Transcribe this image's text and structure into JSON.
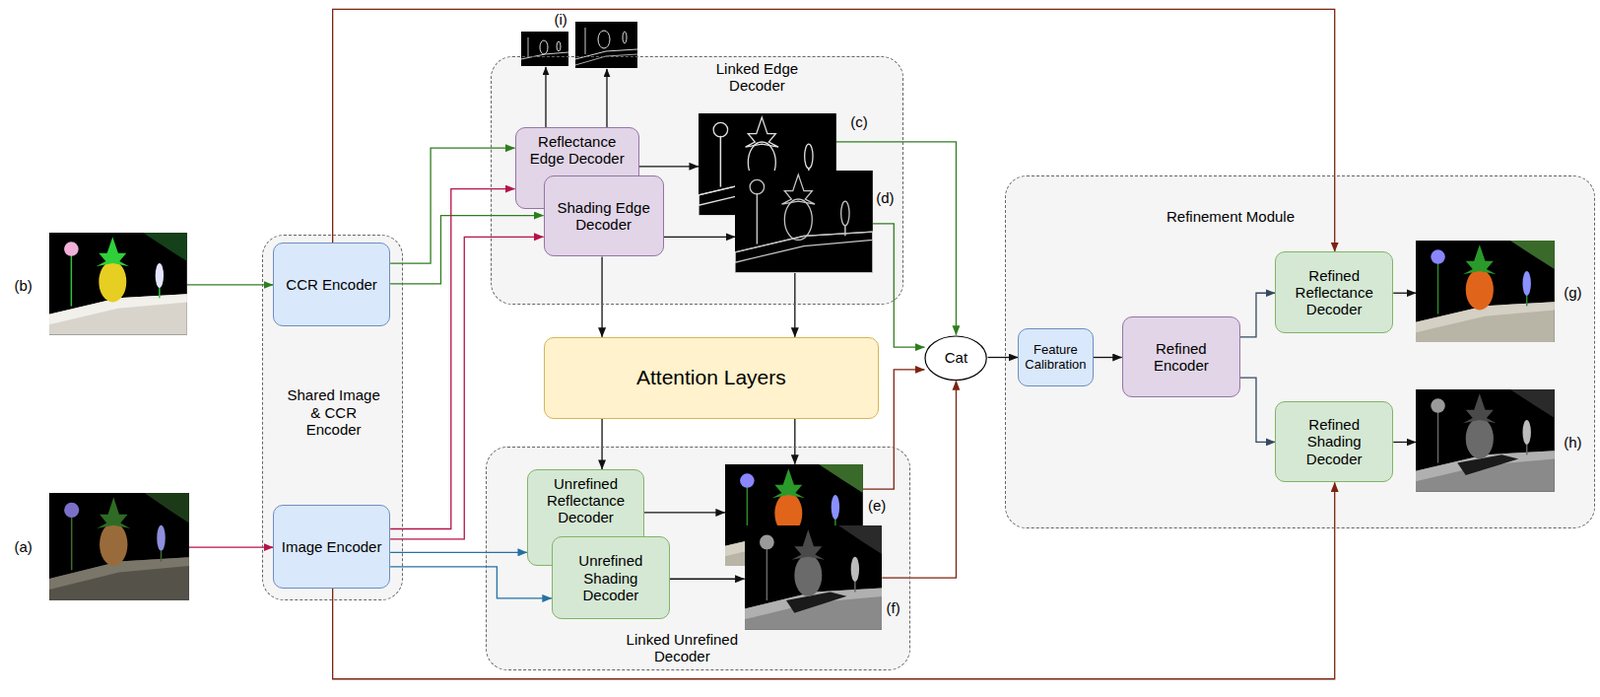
{
  "diagram": {
    "nodes": [
      {
        "text": [
          "(b)"
        ]
      },
      {
        "text": [
          "(a)"
        ]
      },
      {
        "text": [
          "Shared Image & CCR Encoder"
        ]
      },
      {
        "text": [
          "CCR Encoder"
        ],
        "in": 2
      },
      {
        "text": [
          "Image Encoder"
        ],
        "in": 2
      },
      {
        "text": [
          "Linked Edge Decoder"
        ]
      },
      {
        "text": [
          "Reflectance Edge Decoder"
        ],
        "in": 5
      },
      {
        "text": [
          "Shading Edge Decoder"
        ],
        "in": 5
      },
      {
        "text": [
          "(c)"
        ],
        "in": 5
      },
      {
        "text": [
          "(d)"
        ],
        "in": 5
      },
      {
        "text": [
          "Attention Layers"
        ]
      },
      {
        "text": [
          "Linked Unrefined Decoder"
        ]
      },
      {
        "text": [
          "Unrefined Reflectance Decoder"
        ],
        "in": 11
      },
      {
        "text": [
          "Unrefined Shading Decoder"
        ],
        "in": 11
      },
      {
        "text": [
          "(e)"
        ],
        "in": 11
      },
      {
        "text": [
          "(f)"
        ],
        "in": 11
      },
      {
        "text": [
          "Cat"
        ]
      },
      {
        "text": [
          "Refinement Module"
        ]
      },
      {
        "text": [
          "Feature Calibration"
        ],
        "in": 17
      },
      {
        "text": [
          "Refined Encoder"
        ],
        "in": 17
      },
      {
        "text": [
          "Refined Reflectance Decoder"
        ],
        "in": 17
      },
      {
        "text": [
          "Refined Shading Decoder"
        ],
        "in": 17
      },
      {
        "text": [
          "(g)"
        ],
        "in": 17
      },
      {
        "text": [
          "(h)"
        ],
        "in": 17
      }
    ],
    "edges": [
      {
        "from": 0,
        "to": 3,
        "arrow": "to"
      },
      {
        "from": 1,
        "to": 4,
        "arrow": "to"
      },
      {
        "from": 3,
        "to": 6,
        "arrow": "to"
      },
      {
        "from": 3,
        "to": 7,
        "arrow": "to"
      },
      {
        "from": 4,
        "to": 6,
        "arrow": "to"
      },
      {
        "from": 4,
        "to": 7,
        "arrow": "to"
      },
      {
        "from": 4,
        "to": 12,
        "arrow": "to"
      },
      {
        "from": 4,
        "to": 13,
        "arrow": "to"
      },
      {
        "from": 6,
        "to": 8,
        "arrow": "to"
      },
      {
        "from": 7,
        "to": 9,
        "arrow": "to"
      },
      {
        "from": 7,
        "to": 10,
        "arrow": "to"
      },
      {
        "from": 9,
        "to": 10,
        "arrow": "to"
      },
      {
        "from": 10,
        "to": 12,
        "arrow": "to"
      },
      {
        "from": 10,
        "to": 14,
        "arrow": "to"
      },
      {
        "from": 12,
        "to": 14,
        "arrow": "to"
      },
      {
        "from": 13,
        "to": 15,
        "arrow": "to"
      },
      {
        "from": 8,
        "to": 16,
        "arrow": "to"
      },
      {
        "from": 9,
        "to": 16,
        "arrow": "to"
      },
      {
        "from": 14,
        "to": 16,
        "arrow": "to"
      },
      {
        "from": 15,
        "to": 16,
        "arrow": "to"
      },
      {
        "from": 16,
        "to": 18,
        "arrow": "to"
      },
      {
        "from": 18,
        "to": 19,
        "arrow": "to"
      },
      {
        "from": 19,
        "to": 20,
        "arrow": "to"
      },
      {
        "from": 19,
        "to": 21,
        "arrow": "to"
      },
      {
        "from": 20,
        "to": 22,
        "arrow": "to"
      },
      {
        "from": 21,
        "to": 23,
        "arrow": "to"
      },
      {
        "from": 3,
        "to": 20,
        "arrow": "to"
      },
      {
        "from": 4,
        "to": 21,
        "arrow": "to"
      }
    ],
    "labels": [
      "(i)"
    ]
  }
}
